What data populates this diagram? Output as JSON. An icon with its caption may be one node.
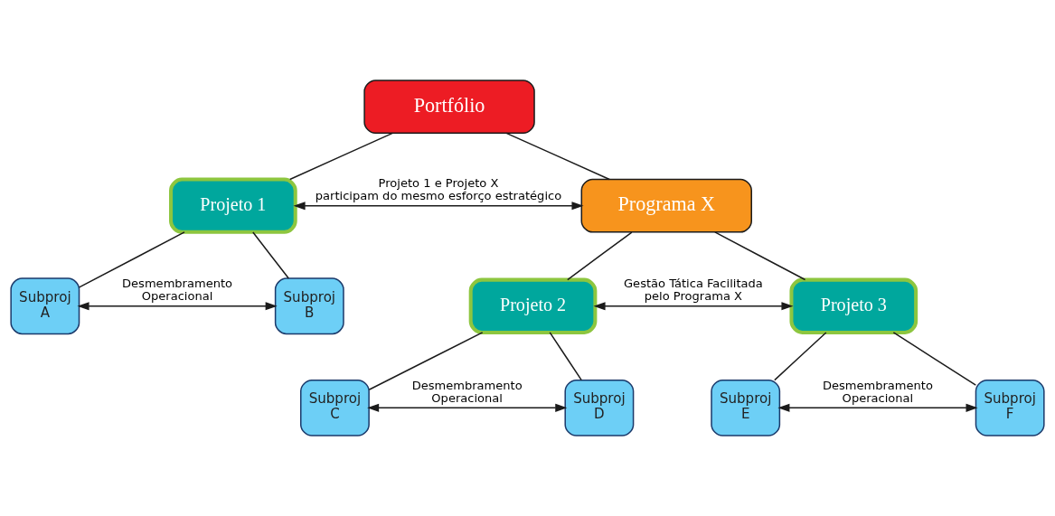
{
  "diagram": {
    "nodes": [
      {
        "text": [
          "Portfólio"
        ]
      },
      {
        "text": [
          "Projeto 1"
        ]
      },
      {
        "text": [
          "Programa X"
        ]
      },
      {
        "text": [
          "Subproj A"
        ]
      },
      {
        "text": [
          "Subproj B"
        ]
      },
      {
        "text": [
          "Projeto 2"
        ]
      },
      {
        "text": [
          "Projeto 3"
        ]
      },
      {
        "text": [
          "Subproj C"
        ]
      },
      {
        "text": [
          "Subproj D"
        ]
      },
      {
        "text": [
          "Subproj E"
        ]
      },
      {
        "text": [
          "Subproj F"
        ]
      }
    ],
    "edges": [
      {
        "from": 0,
        "to": 1,
        "arrow": "none"
      },
      {
        "from": 0,
        "to": 2,
        "arrow": "none"
      },
      {
        "from": 1,
        "to": 2,
        "arrow": "both",
        "label": "Projeto 1 e Projeto X participam do mesmo esforço estratégico"
      },
      {
        "from": 1,
        "to": 3,
        "arrow": "none"
      },
      {
        "from": 1,
        "to": 4,
        "arrow": "none"
      },
      {
        "from": 3,
        "to": 4,
        "arrow": "both",
        "label": "Desmembramento Operacional"
      },
      {
        "from": 2,
        "to": 5,
        "arrow": "none"
      },
      {
        "from": 2,
        "to": 6,
        "arrow": "none"
      },
      {
        "from": 5,
        "to": 6,
        "arrow": "both",
        "label": "Gestão Tática Facilitada pelo Programa X"
      },
      {
        "from": 5,
        "to": 7,
        "arrow": "none"
      },
      {
        "from": 5,
        "to": 8,
        "arrow": "none"
      },
      {
        "from": 7,
        "to": 8,
        "arrow": "both",
        "label": "Desmembramento Operacional"
      },
      {
        "from": 6,
        "to": 9,
        "arrow": "none"
      },
      {
        "from": 6,
        "to": 10,
        "arrow": "none"
      },
      {
        "from": 9,
        "to": 10,
        "arrow": "both",
        "label": "Desmembramento Operacional"
      }
    ]
  }
}
